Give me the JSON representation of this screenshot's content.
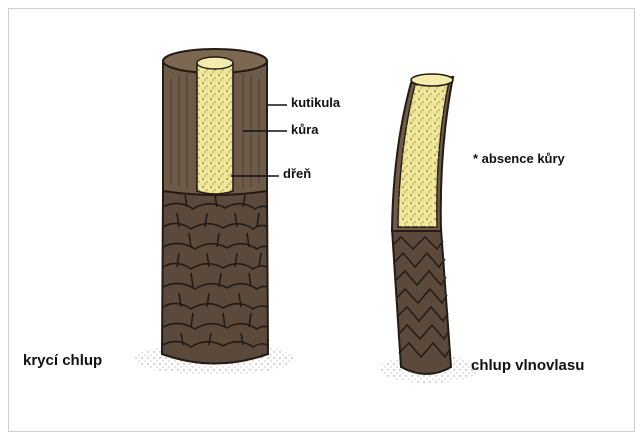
{
  "labels": {
    "cuticle": "kutikula",
    "cortex": "kůra",
    "medulla": "dřeň",
    "absence_note": "* absence kůry",
    "guard_hair": "krycí chlup",
    "underfur_hair": "chlup vlnovlasu"
  },
  "colors": {
    "scale_fill": "#5b4a3c",
    "scale_edge": "#241b14",
    "cortex_fill": "#6e5a48",
    "medulla_fill": "#efe79a",
    "medulla_dots": "#a79c55",
    "shadow": "#bdbdbd"
  }
}
